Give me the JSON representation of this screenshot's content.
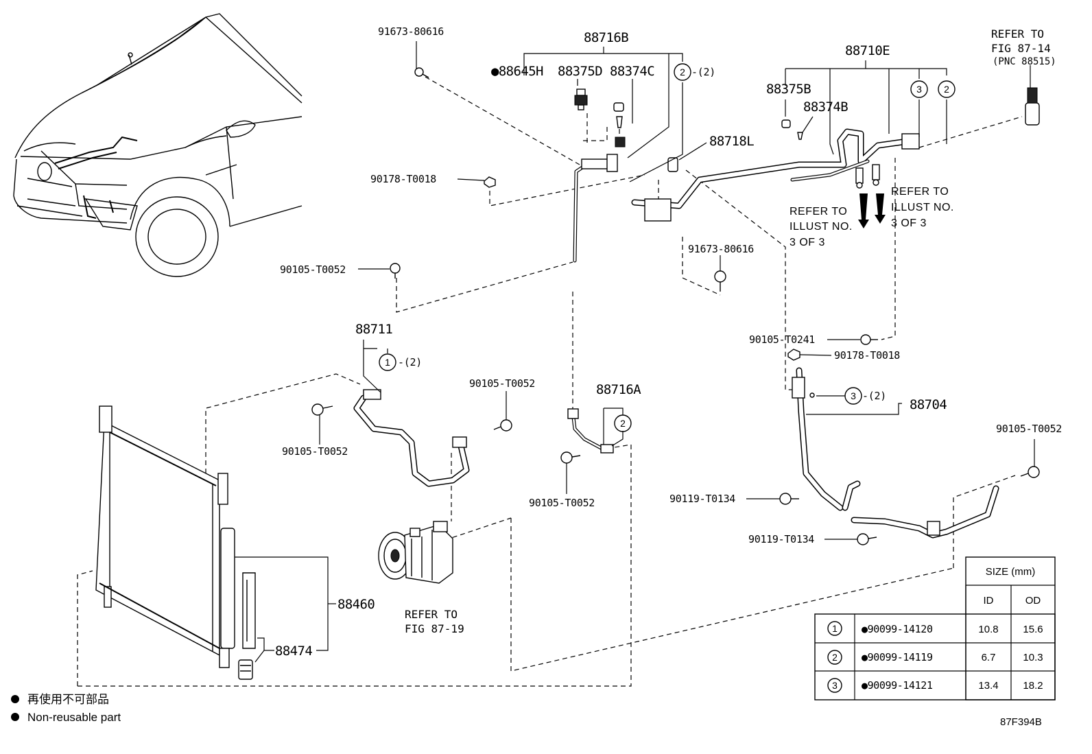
{
  "callouts": {
    "c1": "91673-80616",
    "c2": "88716B",
    "c3": "●88645H",
    "c4": "88375D",
    "c5": "88374C",
    "c6": "-(2)",
    "c7": "88710E",
    "c8": "88375B",
    "c9": "88374B",
    "c10": "88718L",
    "c11": "90178-T0018",
    "c12": "91673-80616",
    "c13": "90105-T0052",
    "c14": "88711",
    "c15": "-(2)",
    "c16": "90105-T0052",
    "c17": "90105-T0052",
    "c18": "88716A",
    "c19": "90105-T0052",
    "c20": "90105-T0241",
    "c21": "90178-T0018",
    "c22": "-(2)",
    "c23": "88704",
    "c24": "90105-T0052",
    "c25": "90119-T0134",
    "c26": "90119-T0134",
    "c27": "88460",
    "c28": "88474"
  },
  "circles": {
    "one": "1",
    "two": "2",
    "three": "3"
  },
  "refers": {
    "fig87_14": {
      "line1": "REFER TO",
      "line2": "FIG 87-14",
      "line3": "(PNC 88515)"
    },
    "illust_left": {
      "line1": "REFER TO",
      "line2": "ILLUST NO.",
      "line3": "3 OF 3"
    },
    "illust_right": {
      "line1": "REFER TO",
      "line2": "ILLUST NO.",
      "line3": "3 OF 3"
    },
    "fig87_19": {
      "line1": "REFER TO",
      "line2": "FIG 87-19"
    }
  },
  "size_table": {
    "header": "SIZE (mm)",
    "col_id": "ID",
    "col_od": "OD",
    "rows": [
      {
        "num": "1",
        "part": "●90099-14120",
        "id": "10.8",
        "od": "15.6"
      },
      {
        "num": "2",
        "part": "●90099-14119",
        "id": "6.7",
        "od": "10.3"
      },
      {
        "num": "3",
        "part": "●90099-14121",
        "id": "13.4",
        "od": "18.2"
      }
    ]
  },
  "legend": {
    "line_cn": "再使用不可部品",
    "line_en": "Non-reusable part"
  },
  "figure_code": "87F394B"
}
